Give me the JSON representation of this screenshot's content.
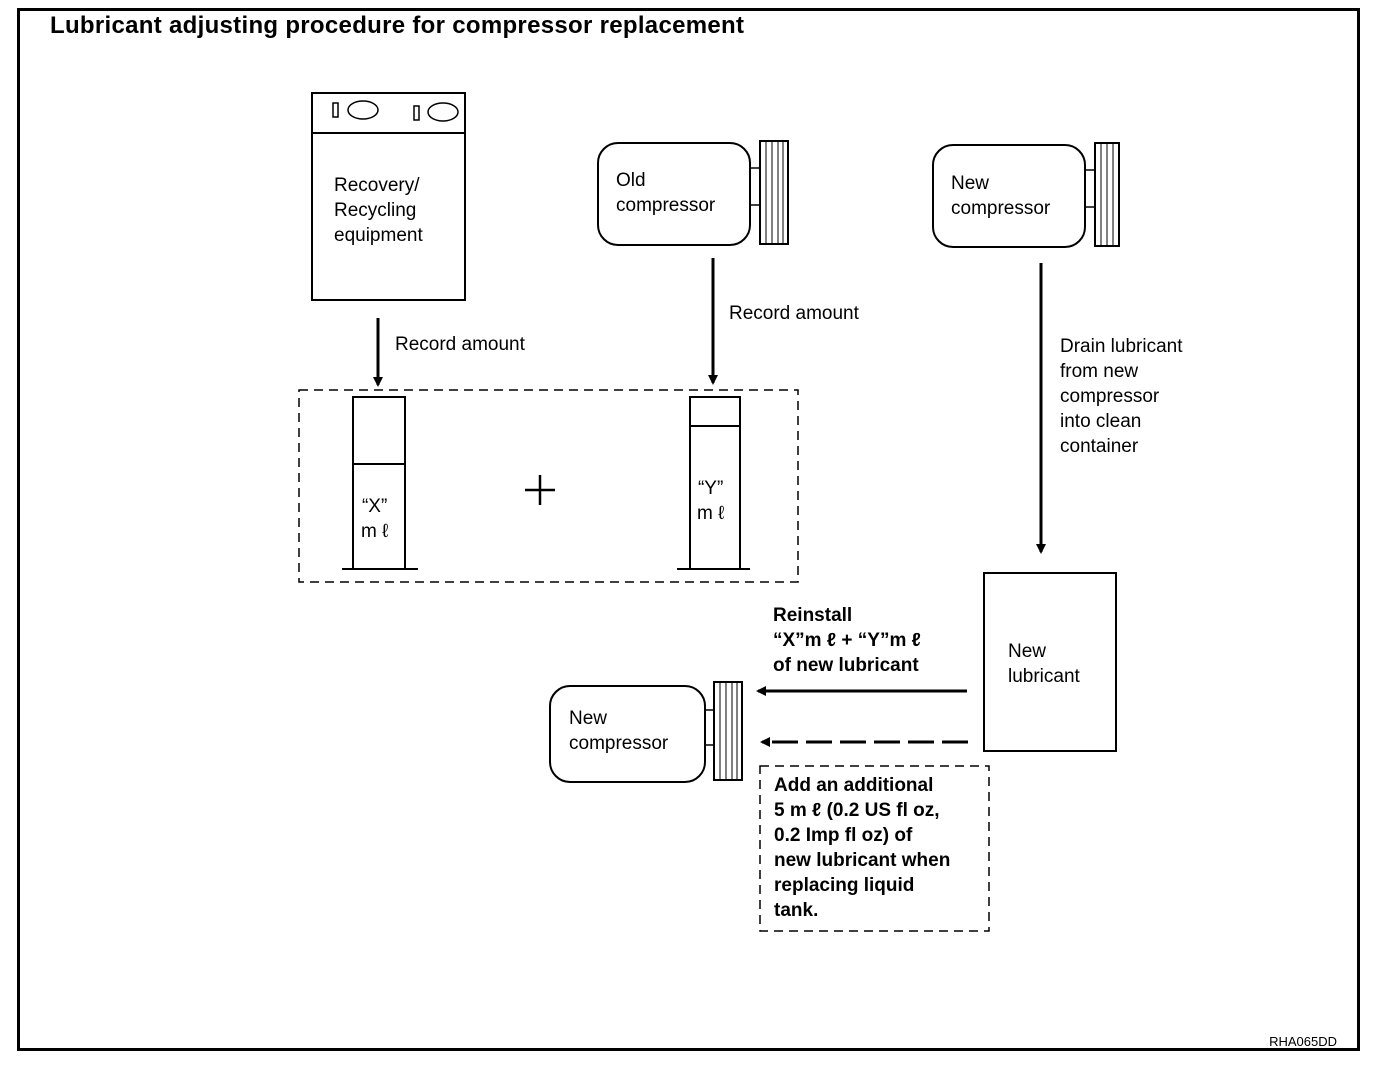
{
  "title": "Lubricant adjusting procedure for compressor replacement",
  "recovery_equipment": {
    "lines": [
      "Recovery/",
      "Recycling",
      "equipment"
    ]
  },
  "old_compressor": {
    "lines": [
      "Old",
      "compressor"
    ]
  },
  "new_compressor_top": {
    "lines": [
      "New",
      "compressor"
    ]
  },
  "new_compressor_bottom": {
    "lines": [
      "New",
      "compressor"
    ]
  },
  "new_lubricant": {
    "lines": [
      "New",
      "lubricant"
    ]
  },
  "record_amount_left": "Record amount",
  "record_amount_right": "Record amount",
  "drain_note": {
    "lines": [
      "Drain lubricant",
      "from new",
      "compressor",
      "into clean",
      "container"
    ]
  },
  "cylinder_x": {
    "lines": [
      "“X”",
      "m ℓ"
    ]
  },
  "cylinder_y": {
    "lines": [
      "“Y”",
      "m ℓ"
    ]
  },
  "plus_sign": "+",
  "reinstall_note": {
    "lines": [
      "Reinstall",
      "“X”m ℓ  +  “Y”m ℓ",
      "of new lubricant"
    ]
  },
  "additional_note": {
    "lines": [
      "Add an additional",
      "5 m ℓ  (0.2 US fl oz,",
      "0.2 Imp fl oz) of",
      "new lubricant when",
      "replacing liquid",
      "tank."
    ]
  },
  "figure_ref": "RHA065DD"
}
